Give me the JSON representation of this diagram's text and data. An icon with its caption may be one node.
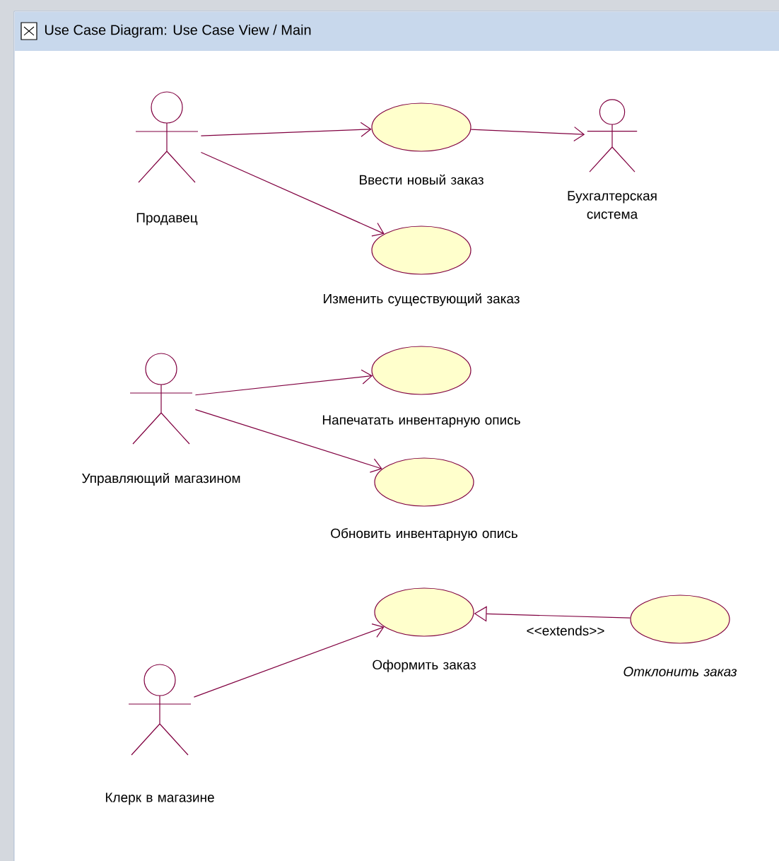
{
  "diagram": {
    "title": "Use Case Diagram: Use Case View / Main",
    "nodes": [
      {
        "text": [
          "Продавец"
        ]
      },
      {
        "text": [
          "Ввести новый заказ"
        ]
      },
      {
        "text": [
          "Бухгалтерская система"
        ]
      },
      {
        "text": [
          "Изменить существующий заказ"
        ]
      },
      {
        "text": [
          "Управляющий магазином"
        ]
      },
      {
        "text": [
          "Напечатать инвентарную опись"
        ]
      },
      {
        "text": [
          "Обновить инвентарную опись"
        ]
      },
      {
        "text": [
          "Оформить заказ"
        ]
      },
      {
        "text": [
          "Отклонить заказ"
        ]
      },
      {
        "text": [
          "Клерк в магазине"
        ]
      }
    ],
    "edges": [
      {
        "from": 0,
        "to": 1,
        "arrow": "to"
      },
      {
        "from": 1,
        "to": 2,
        "arrow": "to"
      },
      {
        "from": 0,
        "to": 3,
        "arrow": "to"
      },
      {
        "from": 4,
        "to": 5,
        "arrow": "to"
      },
      {
        "from": 4,
        "to": 6,
        "arrow": "to"
      },
      {
        "from": 9,
        "to": 7,
        "arrow": "to"
      },
      {
        "from": 8,
        "to": 7,
        "arrow": "to",
        "label": "<<extends>>"
      }
    ]
  }
}
